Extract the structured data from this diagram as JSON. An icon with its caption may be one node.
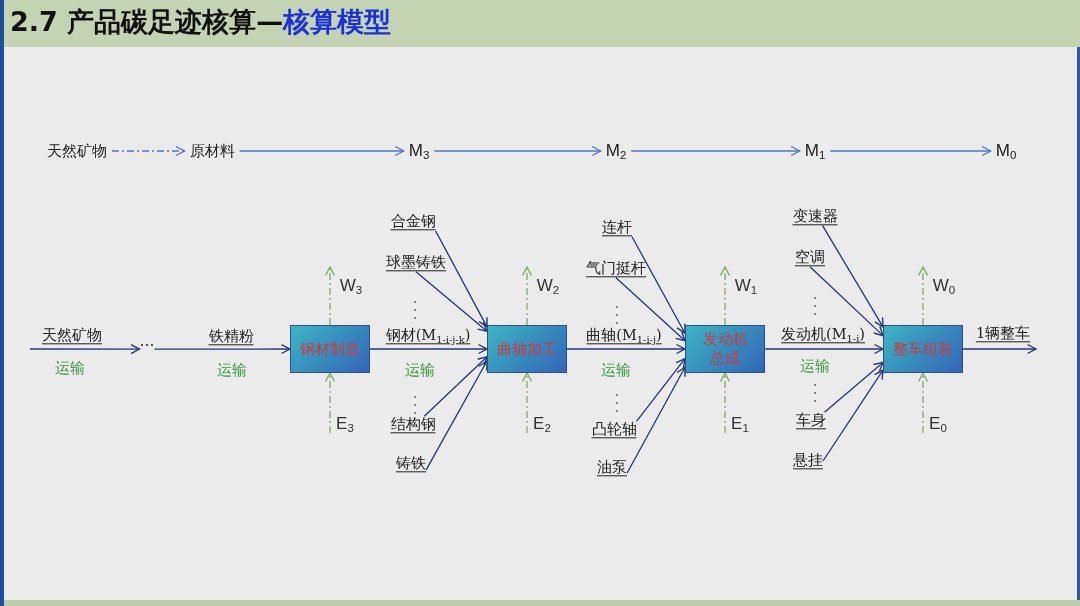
{
  "diagram": {
    "title": "2.7 产品碳足迹核算—**核算模型**",
    "nodes": [
      {
        "text": [
          "天然矿物"
        ]
      },
      {
        "text": [
          "原材料"
        ]
      },
      {
        "text": [
          "M$_{3}$"
        ]
      },
      {
        "text": [
          "M$_{2}$"
        ]
      },
      {
        "text": [
          "M$_{1}$"
        ]
      },
      {
        "text": [
          "M$_{0}$"
        ]
      },
      {
        "text": [
          "…"
        ]
      },
      {
        "text": [
          "钢材制造"
        ]
      },
      {
        "text": [
          "合金钢"
        ]
      },
      {
        "text": [
          "球墨铸铁"
        ]
      },
      {
        "text": [
          "结构钢"
        ]
      },
      {
        "text": [
          "铸铁"
        ]
      },
      {
        "text": [
          "曲轴加工"
        ]
      },
      {
        "text": [
          "连杆"
        ]
      },
      {
        "text": [
          "气门挺杆"
        ]
      },
      {
        "text": [
          "凸轮轴"
        ]
      },
      {
        "text": [
          "油泵"
        ]
      },
      {
        "text": [
          "发动机总成"
        ]
      },
      {
        "text": [
          "变速器"
        ]
      },
      {
        "text": [
          "空调"
        ]
      },
      {
        "text": [
          "车身"
        ]
      },
      {
        "text": [
          "悬挂"
        ]
      },
      {
        "text": [
          "整车组装"
        ]
      }
    ],
    "edges": [
      {
        "from": 0,
        "to": 1,
        "arrow": "to",
        "style": "dashed",
        "color": "#4a78cc"
      },
      {
        "from": 1,
        "to": 2,
        "arrow": "to",
        "color": "#4a78cc"
      },
      {
        "from": 2,
        "to": 3,
        "arrow": "to",
        "color": "#4a78cc"
      },
      {
        "from": 3,
        "to": 4,
        "arrow": "to",
        "color": "#4a78cc"
      },
      {
        "from": 4,
        "to": 5,
        "arrow": "to",
        "color": "#4a78cc"
      },
      {
        "from": null,
        "to": 6,
        "arrow": "to",
        "label": "天然矿物"
      },
      {
        "from": 6,
        "to": 7,
        "arrow": "to",
        "label": "铁精粉"
      },
      {
        "from": 7,
        "to": 12,
        "arrow": "to",
        "label": "钢材(M$_{1-i-j-k}$)"
      },
      {
        "from": 12,
        "to": 17,
        "arrow": "to",
        "label": "曲轴(M$_{1-i-j}$)"
      },
      {
        "from": 17,
        "to": 22,
        "arrow": "to",
        "label": "发动机(M$_{1-i}$)"
      },
      {
        "from": 22,
        "to": null,
        "arrow": "to",
        "label": "1辆整车"
      },
      {
        "from": 8,
        "to": 12,
        "arrow": "to"
      },
      {
        "from": 9,
        "to": 12,
        "arrow": "to"
      },
      {
        "from": 10,
        "to": 12,
        "arrow": "to"
      },
      {
        "from": 11,
        "to": 12,
        "arrow": "to"
      },
      {
        "from": 13,
        "to": 17,
        "arrow": "to"
      },
      {
        "from": 14,
        "to": 17,
        "arrow": "to"
      },
      {
        "from": 15,
        "to": 17,
        "arrow": "to"
      },
      {
        "from": 16,
        "to": 17,
        "arrow": "to"
      },
      {
        "from": 18,
        "to": 22,
        "arrow": "to"
      },
      {
        "from": 19,
        "to": 22,
        "arrow": "to"
      },
      {
        "from": 20,
        "to": 22,
        "arrow": "to"
      },
      {
        "from": 21,
        "to": 22,
        "arrow": "to"
      },
      {
        "from": null,
        "to": 7,
        "arrow": "to",
        "style": "dashed",
        "color": "#7fae62",
        "label": "E$_{3}$"
      },
      {
        "from": 7,
        "to": null,
        "arrow": "to",
        "style": "dashed",
        "color": "#7fae62",
        "label": "W$_{3}$"
      },
      {
        "from": null,
        "to": 12,
        "arrow": "to",
        "style": "dashed",
        "color": "#7fae62",
        "label": "E$_{2}$"
      },
      {
        "from": 12,
        "to": null,
        "arrow": "to",
        "style": "dashed",
        "color": "#7fae62",
        "label": "W$_{2}$"
      },
      {
        "from": null,
        "to": 17,
        "arrow": "to",
        "style": "dashed",
        "color": "#7fae62",
        "label": "E$_{1}$"
      },
      {
        "from": 17,
        "to": null,
        "arrow": "to",
        "style": "dashed",
        "color": "#7fae62",
        "label": "W$_{1}$"
      },
      {
        "from": null,
        "to": 22,
        "arrow": "to",
        "style": "dashed",
        "color": "#7fae62",
        "label": "E$_{0}$"
      },
      {
        "from": 22,
        "to": null,
        "arrow": "to",
        "style": "dashed",
        "color": "#7fae62",
        "label": "W$_{0}$"
      }
    ],
    "labels": [
      "运输",
      "运输",
      "运输",
      "运输",
      "运输"
    ]
  }
}
